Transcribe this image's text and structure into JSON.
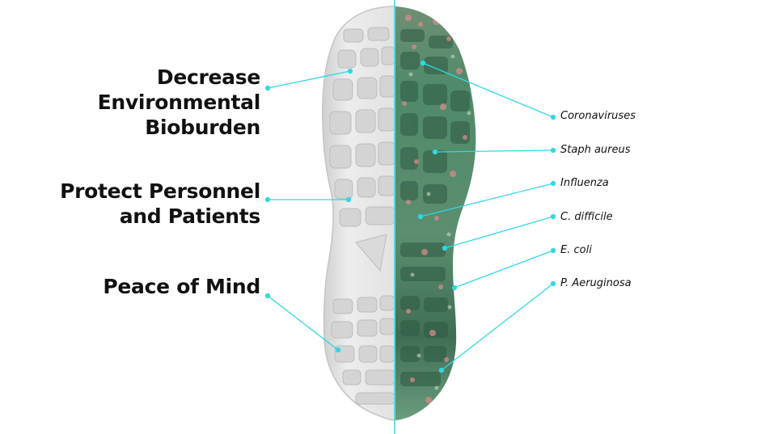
{
  "benefits": [
    {
      "lines": [
        "Decrease",
        "Environmental",
        "Bioburden"
      ]
    },
    {
      "lines": [
        "Protect Personnel",
        "and Patients"
      ]
    },
    {
      "lines": [
        "Peace of Mind"
      ]
    }
  ],
  "pathogens": [
    "Coronaviruses",
    "Staph aureus",
    "Influenza",
    "C. difficile",
    "E. coli",
    "P. Aeruginosa"
  ],
  "colors": {
    "leader_line": "#2fd8e6",
    "divider": "#2fd8e6",
    "clean_sole": "#e6e6e6",
    "contaminated_sole": "#4f8a6a",
    "text": "#111111"
  },
  "icons": {
    "shoe_sole_clean_half": "shoe-sole-clean-half",
    "shoe_sole_contaminated_half": "shoe-sole-contaminated-half"
  }
}
